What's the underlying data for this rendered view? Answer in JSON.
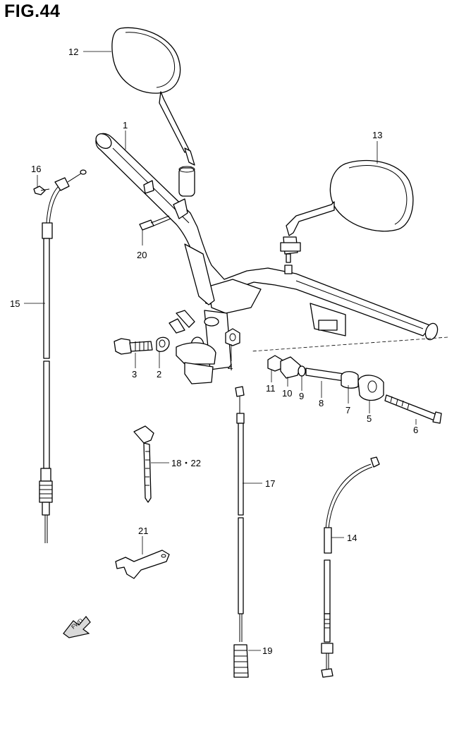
{
  "figure": {
    "title": "FIG.44"
  },
  "callouts": [
    {
      "id": "c1",
      "text": "1"
    },
    {
      "id": "c2",
      "text": "2"
    },
    {
      "id": "c3",
      "text": "3"
    },
    {
      "id": "c4",
      "text": "4"
    },
    {
      "id": "c5",
      "text": "5"
    },
    {
      "id": "c6",
      "text": "6"
    },
    {
      "id": "c7",
      "text": "7"
    },
    {
      "id": "c8",
      "text": "8"
    },
    {
      "id": "c9",
      "text": "9"
    },
    {
      "id": "c10",
      "text": "10"
    },
    {
      "id": "c11",
      "text": "11"
    },
    {
      "id": "c12",
      "text": "12"
    },
    {
      "id": "c13",
      "text": "13"
    },
    {
      "id": "c14",
      "text": "14"
    },
    {
      "id": "c15",
      "text": "15"
    },
    {
      "id": "c16",
      "text": "16"
    },
    {
      "id": "c17",
      "text": "17"
    },
    {
      "id": "c18",
      "text": "18・22"
    },
    {
      "id": "c19",
      "text": "19"
    },
    {
      "id": "c20",
      "text": "20"
    },
    {
      "id": "c21",
      "text": "21"
    }
  ],
  "fwd_arrow": {
    "text": "FWD"
  }
}
